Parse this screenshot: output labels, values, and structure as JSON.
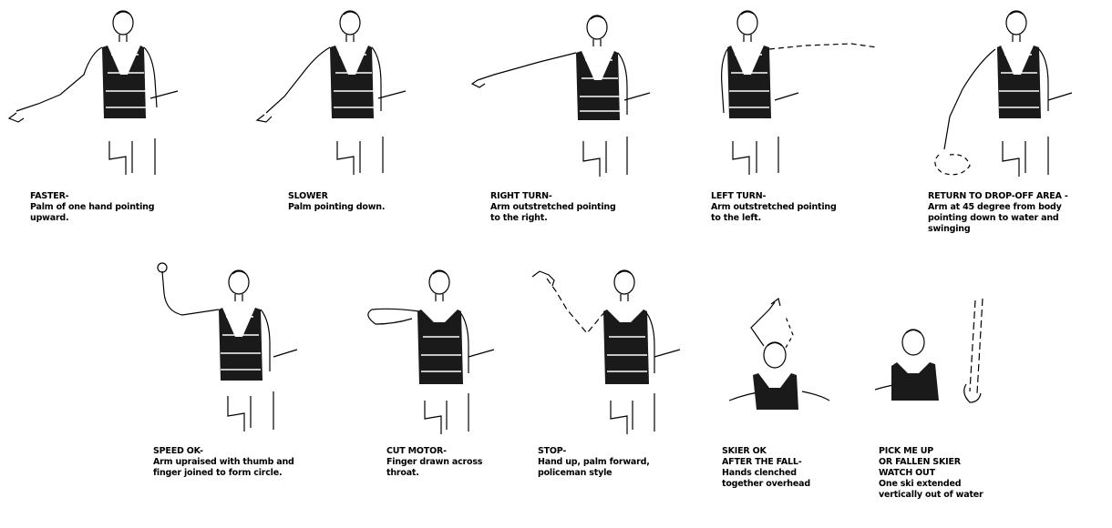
{
  "signals": [
    {
      "title": "FASTER-",
      "desc": [
        "Palm of one hand pointing",
        "upward."
      ]
    },
    {
      "title": "SLOWER",
      "desc": [
        "Palm pointing down."
      ]
    },
    {
      "title": "RIGHT TURN-",
      "desc": [
        "Arm outstretched pointing",
        "to the right."
      ]
    },
    {
      "title": "LEFT TURN-",
      "desc": [
        "Arm outstretched pointing",
        "to the left."
      ]
    },
    {
      "title": "RETURN TO DROP-OFF AREA -",
      "desc": [
        "Arm at 45 degree from body",
        "pointing down to water and",
        "swinging"
      ]
    },
    {
      "title": "SPEED OK-",
      "desc": [
        "Arm upraised with thumb and",
        "finger joined to form circle."
      ]
    },
    {
      "title": "CUT MOTOR-",
      "desc": [
        "Finger drawn across",
        "throat."
      ]
    },
    {
      "title": "STOP-",
      "desc": [
        "Hand up, palm forward,",
        "policeman style"
      ]
    },
    {
      "title": "SKIER OK",
      "desc": [
        "AFTER THE FALL-",
        "Hands clenched",
        "together overhead"
      ]
    },
    {
      "title": "PICK ME UP",
      "desc": [
        "OR FALLEN SKIER",
        "WATCH OUT",
        "One ski extended",
        "vertically out of water"
      ]
    }
  ]
}
